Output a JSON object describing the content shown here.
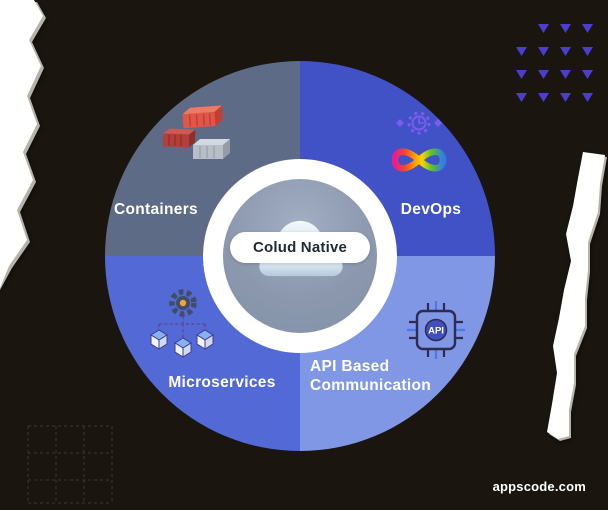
{
  "page": {
    "background": "#1a150f"
  },
  "wheel": {
    "center_label": "Colud Native",
    "hub_ring_color": "#ffffff",
    "hub_inner_color": "#8b98ae",
    "quadrants": [
      {
        "key": "containers",
        "label": "Containers",
        "color": "#5d6b87"
      },
      {
        "key": "devops",
        "label": "DevOps",
        "color": "#4152c6"
      },
      {
        "key": "microservices",
        "label": "Microservices",
        "color": "#5269d6"
      },
      {
        "key": "api",
        "label": "API Based Communication",
        "color": "#7f97e5"
      }
    ]
  },
  "icons": {
    "api_chip_text": "API",
    "containers_icon": "shipping-containers",
    "devops_icon": "devops-infinity",
    "microservices_icon": "gear-and-cubes",
    "api_icon": "api-chip"
  },
  "decor": {
    "triangle_color": "#4a3ecf",
    "torn_paper_color": "#ffffff"
  },
  "footer": {
    "brand": "appscode.com"
  }
}
